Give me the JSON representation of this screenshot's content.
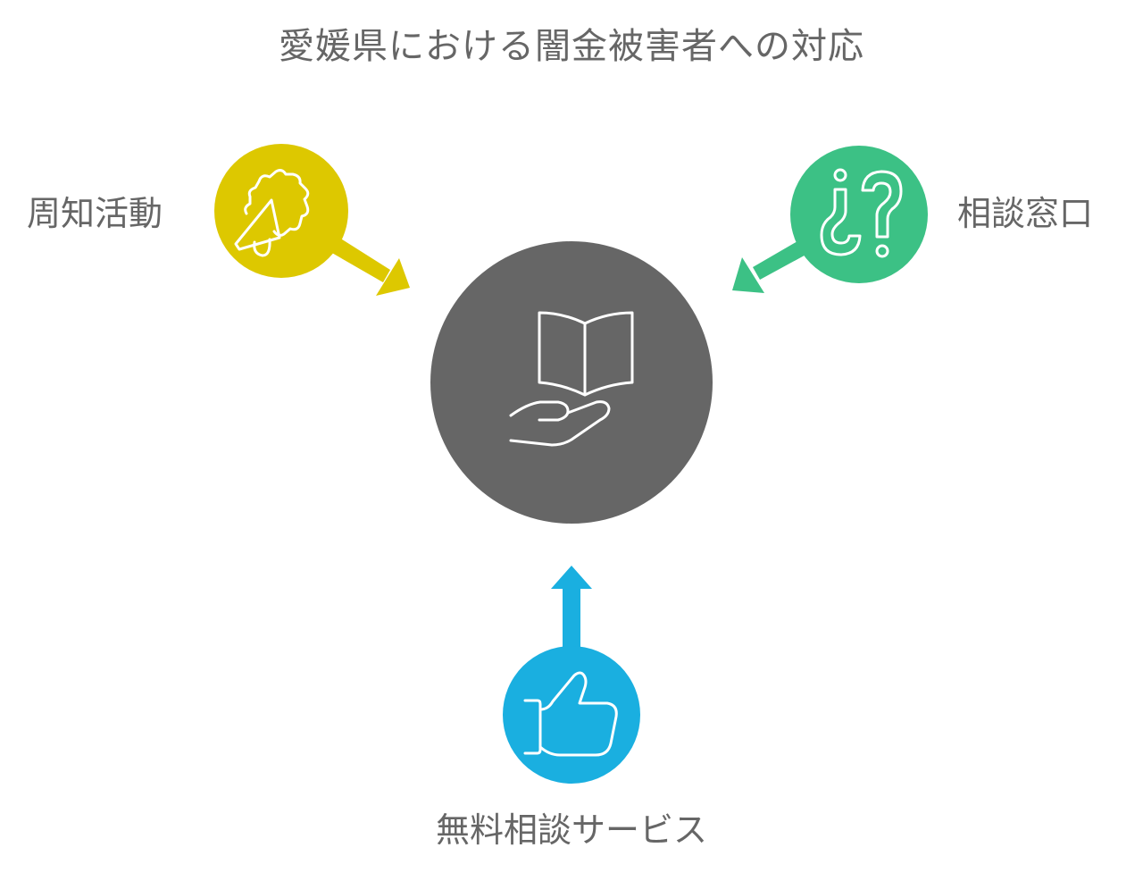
{
  "title": "愛媛県における闇金被害者への対応",
  "center": {
    "label": "",
    "icon": "book-in-hand-icon",
    "color": "#666666"
  },
  "nodes": [
    {
      "id": "awareness",
      "label": "周知活動",
      "icon": "megaphone-burst-icon",
      "color": "#DDC800",
      "position": "top-left"
    },
    {
      "id": "consultation-desk",
      "label": "相談窓口",
      "icon": "question-marks-icon",
      "color": "#3CC185",
      "position": "top-right"
    },
    {
      "id": "free-consultation",
      "label": "無料相談サービス",
      "icon": "thumbs-up-icon",
      "color": "#1AAFE0",
      "position": "bottom"
    }
  ]
}
